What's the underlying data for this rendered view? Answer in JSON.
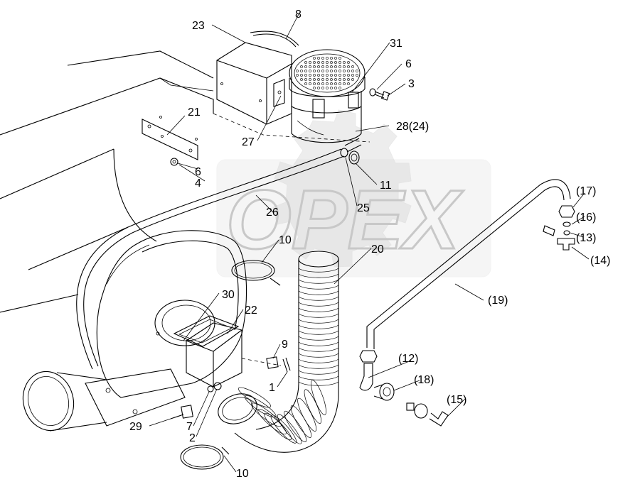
{
  "watermark": {
    "text": "OPEX"
  },
  "callouts": [
    {
      "id": "c-8",
      "text": "8"
    },
    {
      "id": "c-23",
      "text": "23"
    },
    {
      "id": "c-31",
      "text": "31"
    },
    {
      "id": "c-6a",
      "text": "6"
    },
    {
      "id": "c-3",
      "text": "3"
    },
    {
      "id": "c-21",
      "text": "21"
    },
    {
      "id": "c-28",
      "text": "28(24)"
    },
    {
      "id": "c-27",
      "text": "27"
    },
    {
      "id": "c-6b",
      "text": "6"
    },
    {
      "id": "c-4",
      "text": "4"
    },
    {
      "id": "c-11",
      "text": "11"
    },
    {
      "id": "c-25",
      "text": "25"
    },
    {
      "id": "c-26",
      "text": "26"
    },
    {
      "id": "c-17",
      "text": "(17)"
    },
    {
      "id": "c-16",
      "text": "(16)"
    },
    {
      "id": "c-13",
      "text": "(13)"
    },
    {
      "id": "c-14",
      "text": "(14)"
    },
    {
      "id": "c-10a",
      "text": "10"
    },
    {
      "id": "c-20",
      "text": "20"
    },
    {
      "id": "c-19",
      "text": "(19)"
    },
    {
      "id": "c-30",
      "text": "30"
    },
    {
      "id": "c-22",
      "text": "22"
    },
    {
      "id": "c-9",
      "text": "9"
    },
    {
      "id": "c-1",
      "text": "1"
    },
    {
      "id": "c-12",
      "text": "(12)"
    },
    {
      "id": "c-18",
      "text": "(18)"
    },
    {
      "id": "c-15",
      "text": "(15)"
    },
    {
      "id": "c-29",
      "text": "29"
    },
    {
      "id": "c-7",
      "text": "7"
    },
    {
      "id": "c-2",
      "text": "2"
    },
    {
      "id": "c-10b",
      "text": "10"
    }
  ]
}
